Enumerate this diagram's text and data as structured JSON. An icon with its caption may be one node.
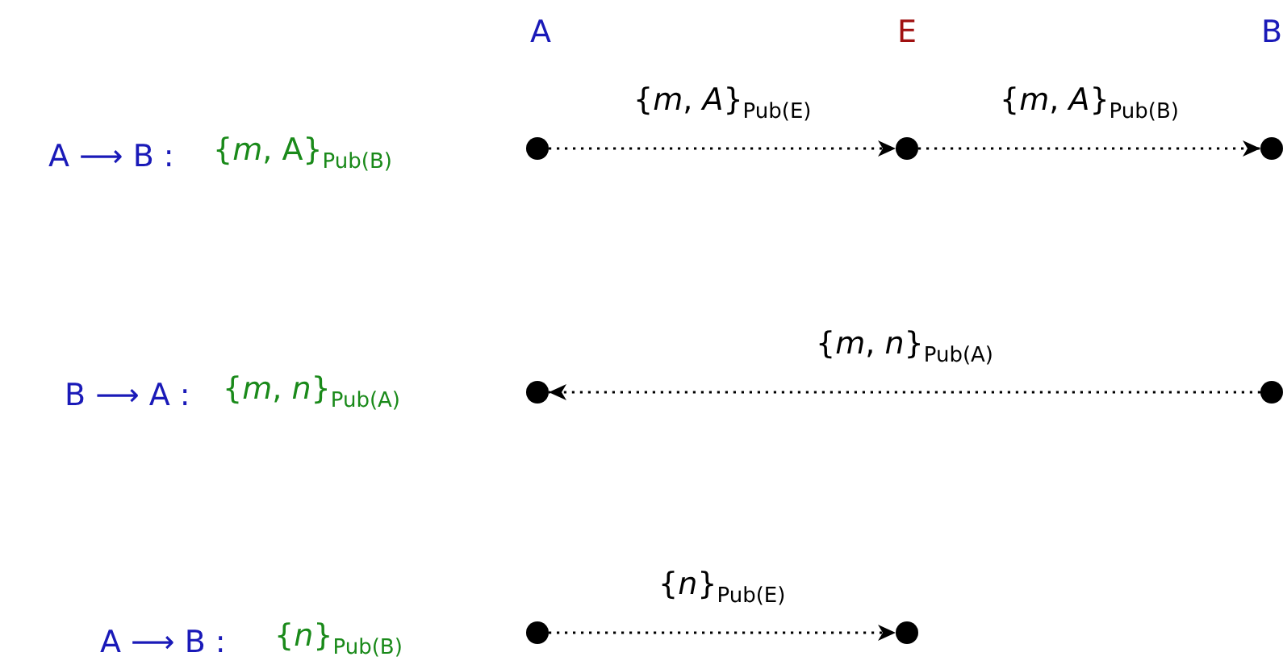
{
  "diagram": {
    "nodes": [
      {
        "text": [],
        "shape": "circle"
      },
      {
        "text": [],
        "shape": "circle"
      },
      {
        "text": [],
        "shape": "circle"
      },
      {
        "text": [],
        "shape": "circle"
      },
      {
        "text": [],
        "shape": "circle"
      },
      {
        "text": [],
        "shape": "circle"
      },
      {
        "text": [],
        "shape": "circle"
      }
    ],
    "edges": [
      {
        "from": 0,
        "to": 1,
        "arrow": "to",
        "label": "{*m*, *A*}$_{Pub(E)}$"
      },
      {
        "from": 1,
        "to": 2,
        "arrow": "to",
        "label": "{*m*, *A*}$_{Pub(B)}$"
      },
      {
        "from": 4,
        "to": 3,
        "arrow": "to",
        "label": "{*m*, *n*}$_{Pub(A)}$"
      },
      {
        "from": 5,
        "to": 6,
        "arrow": "to",
        "label": "{*n*}$_{Pub(E)}$"
      }
    ],
    "labels": [
      "A",
      "E",
      "B",
      "A ⟶ B :",
      "{*m*, A}$_{Pub(B)}$",
      "B ⟶ A :",
      "{*m*, *n*}$_{Pub(A)}$",
      "A ⟶ B :",
      "{*n*}$_{Pub(B)}$"
    ]
  }
}
